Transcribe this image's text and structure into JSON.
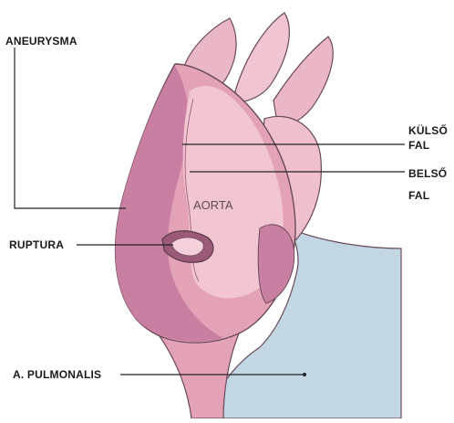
{
  "labels": {
    "aneurysma": "ANEURYSMA",
    "kulso": "KÜLSŐ",
    "kulso_fal": "FAL",
    "belso": "BELSŐ",
    "belso_fal": "FAL",
    "ruptura": "RUPTURA",
    "pulmonalis": "A. PULMONALIS",
    "aorta": "AORTA"
  },
  "colors": {
    "aorta_light": "#f2c6d0",
    "aorta_mid": "#e4a2b6",
    "aneurysm_dark": "#c97fa2",
    "pulmonary": "#c3d6e4",
    "outline": "#6a4a58",
    "leader": "#222222"
  }
}
